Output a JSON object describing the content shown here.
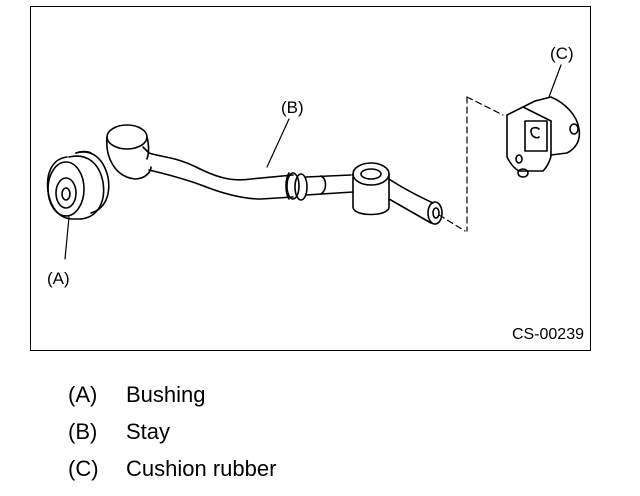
{
  "figure": {
    "code": "CS-00239",
    "callouts": {
      "a": "(A)",
      "b": "(B)",
      "c": "(C)"
    }
  },
  "legend": [
    {
      "key": "(A)",
      "label": "Bushing"
    },
    {
      "key": "(B)",
      "label": "Stay"
    },
    {
      "key": "(C)",
      "label": "Cushion rubber"
    }
  ]
}
